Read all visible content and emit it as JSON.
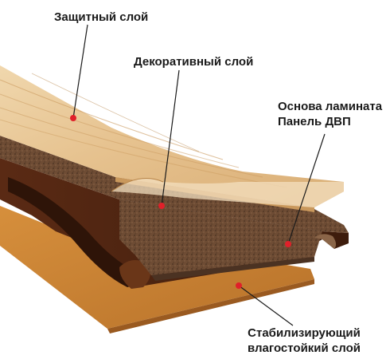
{
  "labels": {
    "protective_layer": "Защитный слой",
    "decorative_layer": "Декоративный слой",
    "base_line1": "Основа ламината",
    "base_line2": "Панель ДВП",
    "stabilizing_line1": "Стабилизирующий",
    "stabilizing_line2": "влагостойкий слой"
  },
  "colors": {
    "marker": "#e0202a",
    "leader_line": "#1a1a1a",
    "wood_light": "#e8c79a",
    "wood_dark": "#c99a62",
    "core": "#6b4a33",
    "core_speckle": "#3f2a1c",
    "backing": "#4a2412",
    "stabilizing": "#d08a3a"
  }
}
